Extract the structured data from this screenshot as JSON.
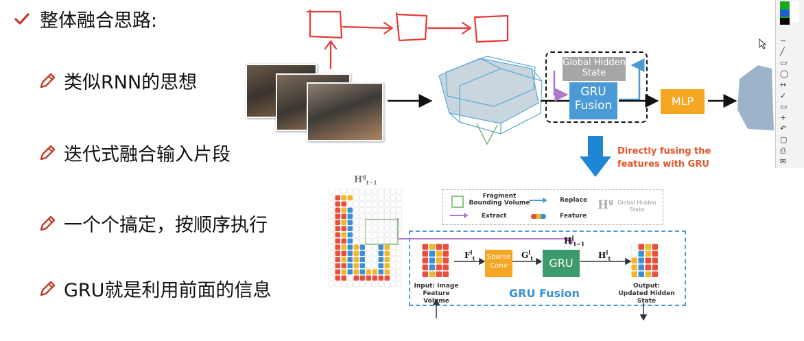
{
  "slide": {
    "title": "整体融合思路:",
    "bullets": [
      "类似RNN的思想",
      "迭代式融合输入片段",
      "一个个搞定，按顺序执行",
      "GRU就是利用前面的信息"
    ]
  },
  "top_diagram": {
    "global_hidden_state": "Global Hidden State",
    "gru_fusion": "GRU Fusion",
    "mlp": "MLP",
    "note": "Directly fusing the features with GRU"
  },
  "legend": {
    "fragment_bounding_volume": "Fragment Bounding Volume",
    "replace": "Replace",
    "extract": "Extract",
    "feature": "Feature",
    "global_hidden_state": "Global Hidden State",
    "hg_symbol": "H",
    "hg_sup": "g"
  },
  "bottom_diagram": {
    "hg_prev_label": "H",
    "hg_prev_sup": "g",
    "hg_prev_sub": "t−1",
    "f_label": "F",
    "f_sup": "l",
    "f_sub": "t",
    "g_label": "G",
    "g_sup": "l",
    "g_sub": "t",
    "hl_prev_label": "H",
    "hl_prev_sup": "l",
    "hl_prev_sub": "t−1",
    "h_label": "H",
    "h_sup": "l",
    "h_sub": "t",
    "sparse_conv": "Sparse Conv",
    "gru": "GRU",
    "input_caption": "Input: Image Feature Volume",
    "output_caption": "Output: Updated Hidden State",
    "region_title": "GRU Fusion"
  },
  "colors": {
    "accent_blue": "#4a9ad6",
    "accent_orange": "#f5a623",
    "grey_box": "#a6a6a6",
    "note_red": "#e2572a",
    "green_box": "#3d9a6c",
    "purple": "#b078c8",
    "grid_red": "#ea4f3d",
    "grid_yellow": "#f3b62b",
    "grid_blue": "#3b8fd6"
  }
}
